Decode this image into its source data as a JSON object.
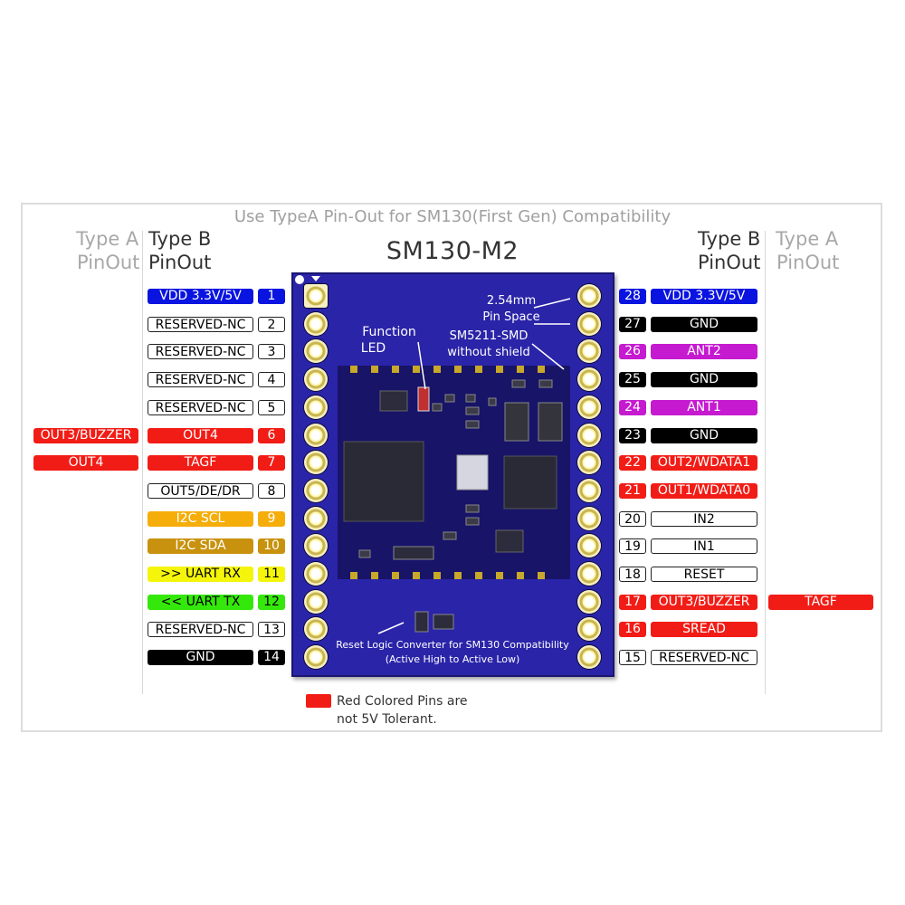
{
  "compat_text": "Use TypeA Pin-Out for SM130(First Gen) Compatibility",
  "title": "SM130-M2",
  "headers": {
    "left_type_a_line1": "Type A",
    "left_type_a_line2": "PinOut",
    "left_type_b_line1": "Type B",
    "left_type_b_line2": "PinOut",
    "right_type_b_line1": "Type B",
    "right_type_b_line2": "PinOut",
    "right_type_a_line1": "Type A",
    "right_type_a_line2": "PinOut"
  },
  "board_labels": {
    "pin_space": "2.54mm",
    "pin_space2": "Pin Space",
    "function_led1": "Function",
    "function_led2": "LED",
    "sm5211_1": "SM5211-SMD",
    "sm5211_2": "without shield",
    "reset_1": "Reset Logic Converter for SM130 Compatibility",
    "reset_2": "(Active High to Active Low)"
  },
  "left_pins": [
    {
      "num": "1",
      "typeb": "VDD 3.3V/5V",
      "color": "blue",
      "typea": ""
    },
    {
      "num": "2",
      "typeb": "RESERVED-NC",
      "color": "white",
      "typea": ""
    },
    {
      "num": "3",
      "typeb": "RESERVED-NC",
      "color": "white",
      "typea": ""
    },
    {
      "num": "4",
      "typeb": "RESERVED-NC",
      "color": "white",
      "typea": ""
    },
    {
      "num": "5",
      "typeb": "RESERVED-NC",
      "color": "white",
      "typea": ""
    },
    {
      "num": "6",
      "typeb": "OUT4",
      "color": "red",
      "typea": "OUT3/BUZZER"
    },
    {
      "num": "7",
      "typeb": "TAGF",
      "color": "red",
      "typea": "OUT4"
    },
    {
      "num": "8",
      "typeb": "OUT5/DE/DR",
      "color": "white",
      "typea": ""
    },
    {
      "num": "9",
      "typeb": "I2C SCL",
      "color": "orange",
      "typea": ""
    },
    {
      "num": "10",
      "typeb": "I2C SDA",
      "color": "gold",
      "typea": ""
    },
    {
      "num": "11",
      "typeb": ">> UART RX",
      "color": "yellow",
      "typea": ""
    },
    {
      "num": "12",
      "typeb": "<< UART TX",
      "color": "green",
      "typea": ""
    },
    {
      "num": "13",
      "typeb": "RESERVED-NC",
      "color": "white",
      "typea": ""
    },
    {
      "num": "14",
      "typeb": "GND",
      "color": "black",
      "typea": ""
    }
  ],
  "right_pins": [
    {
      "num": "28",
      "typeb": "VDD 3.3V/5V",
      "color": "blue",
      "typea": ""
    },
    {
      "num": "27",
      "typeb": "GND",
      "color": "black",
      "typea": ""
    },
    {
      "num": "26",
      "typeb": "ANT2",
      "color": "magenta",
      "typea": ""
    },
    {
      "num": "25",
      "typeb": "GND",
      "color": "black",
      "typea": ""
    },
    {
      "num": "24",
      "typeb": "ANT1",
      "color": "magenta",
      "typea": ""
    },
    {
      "num": "23",
      "typeb": "GND",
      "color": "black",
      "typea": ""
    },
    {
      "num": "22",
      "typeb": "OUT2/WDATA1",
      "color": "red",
      "typea": ""
    },
    {
      "num": "21",
      "typeb": "OUT1/WDATA0",
      "color": "red",
      "typea": ""
    },
    {
      "num": "20",
      "typeb": "IN2",
      "color": "white",
      "typea": ""
    },
    {
      "num": "19",
      "typeb": "IN1",
      "color": "white",
      "typea": ""
    },
    {
      "num": "18",
      "typeb": "RESET",
      "color": "white",
      "typea": ""
    },
    {
      "num": "17",
      "typeb": "OUT3/BUZZER",
      "color": "red",
      "typea": "TAGF"
    },
    {
      "num": "16",
      "typeb": "SREAD",
      "color": "red",
      "typea": ""
    },
    {
      "num": "15",
      "typeb": "RESERVED-NC",
      "color": "white",
      "typea": ""
    }
  ],
  "legend": {
    "line1": "Red Colored Pins are",
    "line2": "not 5V Tolerant.",
    "color": "#f21c16"
  },
  "colors": {
    "blue": "#0a14e0",
    "black": "#000000",
    "red": "#f21c16",
    "magenta": "#c51ad0",
    "orange": "#f5ad0a",
    "gold": "#c8920e",
    "yellow": "#f5f50c",
    "green": "#35e80b",
    "board": "#2a24a8"
  }
}
